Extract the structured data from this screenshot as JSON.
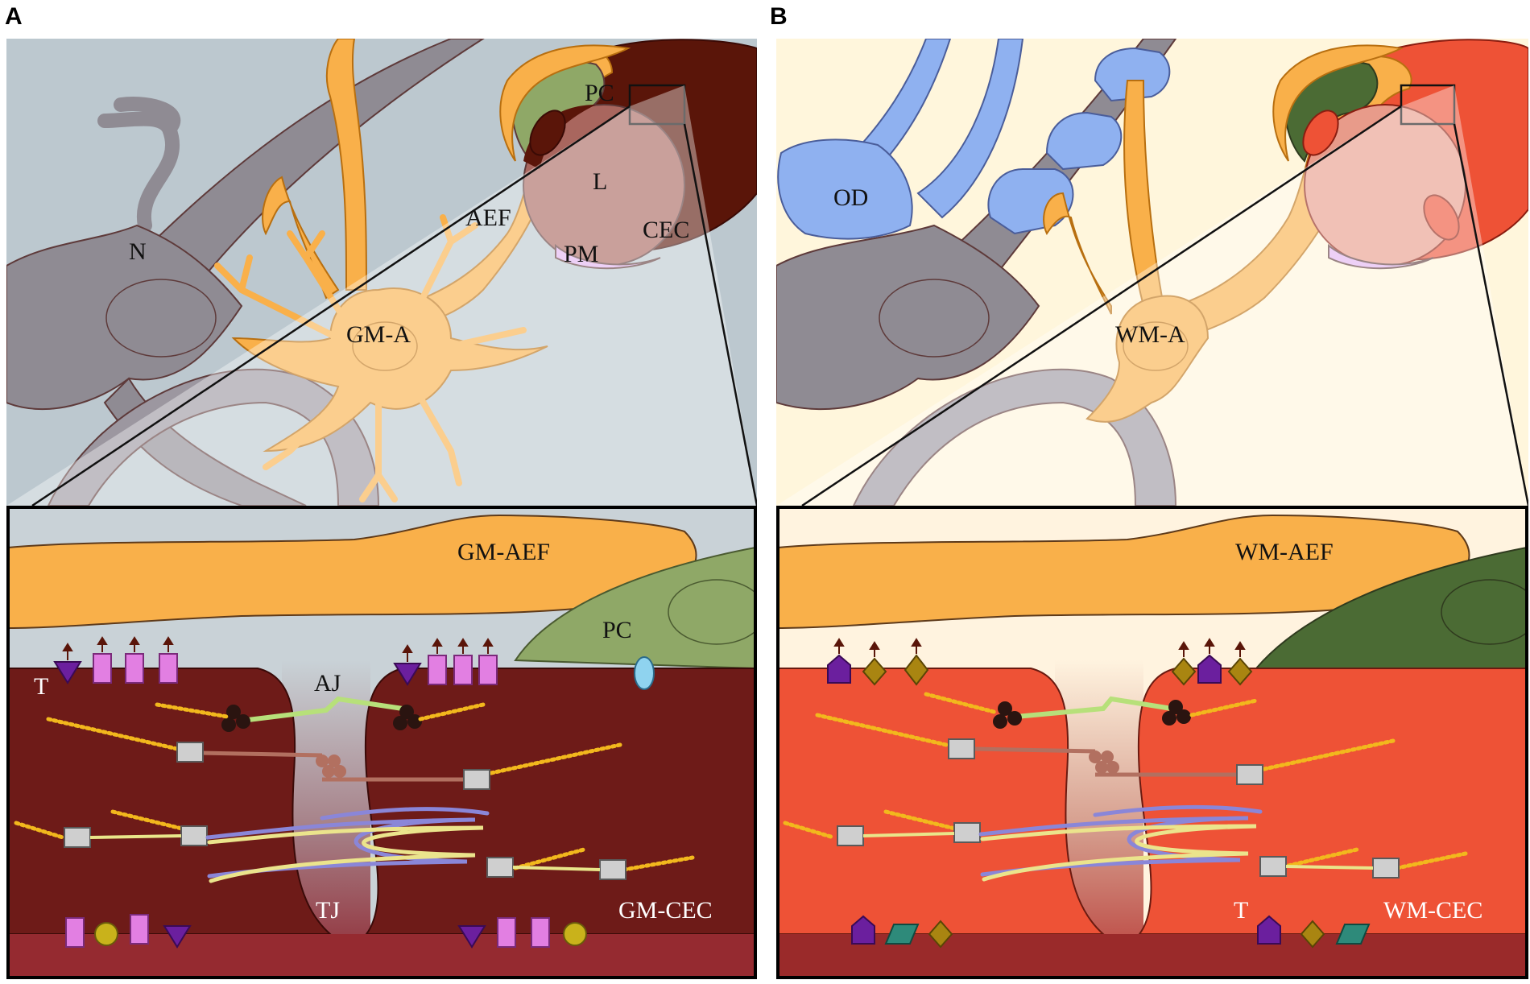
{
  "panels": {
    "a": {
      "letter": "A",
      "labels": {
        "neuron": "N",
        "astrocyte": "GM-A",
        "endfoot": "AEF",
        "pericyte": "PC",
        "lumen": "L",
        "endothelial": "CEC",
        "membrane": "PM"
      },
      "zoom": {
        "endfoot": "GM-AEF",
        "pericyte": "PC",
        "transporter": "T",
        "adherens": "AJ",
        "tight": "TJ",
        "cell": "GM-CEC"
      }
    },
    "b": {
      "letter": "B",
      "labels": {
        "oligodendrocyte": "OD",
        "astrocyte": "WM-A"
      },
      "zoom": {
        "endfoot": "WM-AEF",
        "transporter": "T",
        "cell": "WM-CEC"
      }
    }
  },
  "colors": {
    "gm_background": "#bcc8cf",
    "wm_background": "#fff6dc",
    "astrocyte": "#f9b04a",
    "neuron": "#8f8b93",
    "gm_endothelium": "#6e1b18",
    "wm_endothelium": "#ee5236",
    "pericyte_gm": "#8fa867",
    "pericyte_wm": "#4b6b34",
    "oligodendrocyte": "#8fb1f0",
    "transporter_pink": "#e27fe2",
    "transporter_purple": "#6b1f9e",
    "transporter_olive": "#a98511",
    "transporter_teal": "#2e8a7a"
  }
}
